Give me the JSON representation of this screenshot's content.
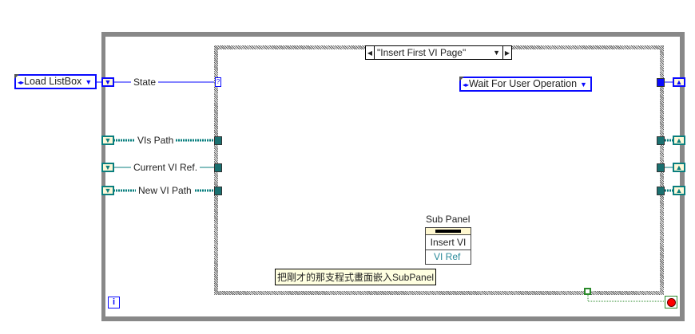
{
  "while_loop": {
    "iteration_label": "i",
    "stop_icon": "stop-icon"
  },
  "case_structure": {
    "selector": "\"Insert First VI Page\""
  },
  "shift_registers": [
    {
      "label": "State",
      "init_value": "Load ListBox",
      "next_value": "Wait For User Operation",
      "color": "#0a0aff"
    },
    {
      "label": "VIs Path",
      "color": "#0a7f7f"
    },
    {
      "label": "Current VI Ref.",
      "color": "#0a7f7f"
    },
    {
      "label": "New VI Path",
      "color": "#0a7f7f"
    }
  ],
  "case_selector_terminal": "?",
  "invoke_node": {
    "label": "Sub Panel",
    "method": "Insert VI",
    "param": "VI Ref"
  },
  "comment": "把剛才的那支程式畫面嵌入SubPanel"
}
